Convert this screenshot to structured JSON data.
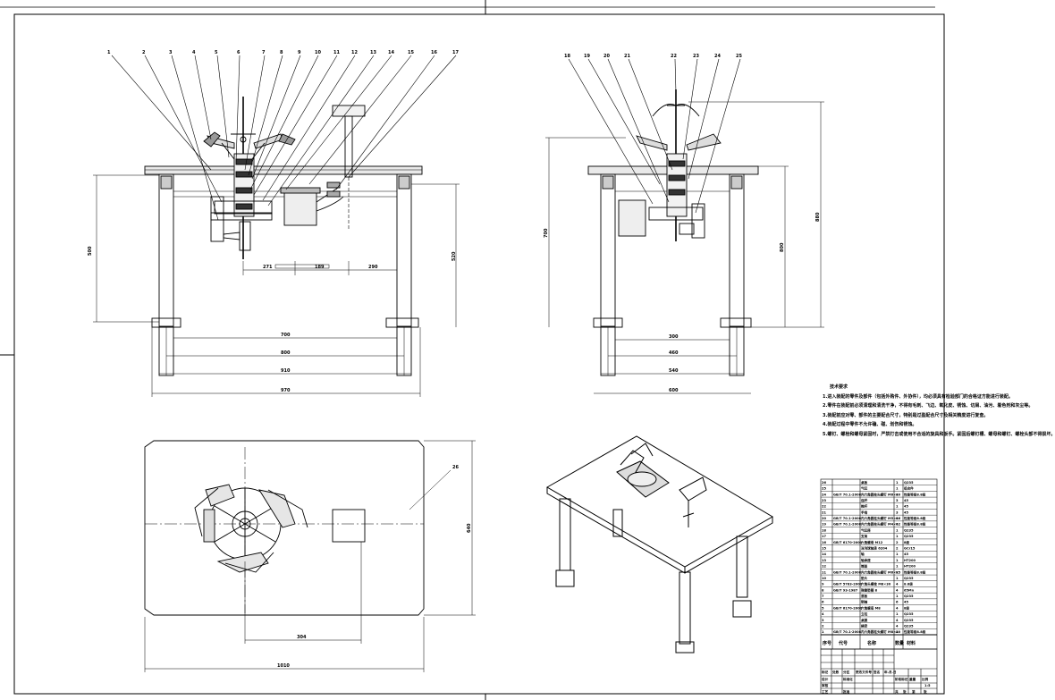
{
  "drawing": {
    "front_view": {
      "balloons": [
        "1",
        "2",
        "3",
        "4",
        "5",
        "6",
        "7",
        "8",
        "9",
        "10",
        "11",
        "12",
        "13",
        "14",
        "15",
        "16",
        "17"
      ],
      "dims": {
        "overall_width": "970",
        "leg_span_1": "910",
        "leg_span_2": "800",
        "inner_span": "700",
        "height_left": "500",
        "height_right": "520",
        "offset_a": "271",
        "offset_b": "189",
        "offset_c": "290"
      }
    },
    "side_view": {
      "balloons": [
        "18",
        "19",
        "20",
        "21",
        "22",
        "23",
        "24",
        "25"
      ],
      "dims": {
        "width_outer": "600",
        "width_mid": "540",
        "width_inner": "460",
        "width_base": "300",
        "height_overall": "880",
        "height_mid": "800",
        "height_left": "700"
      }
    },
    "top_view": {
      "balloons": [
        "26"
      ],
      "dims": {
        "overall_width": "1010",
        "offset": "304",
        "overall_depth": "640"
      }
    },
    "notes": {
      "title": "技术要求",
      "lines": [
        "1.进入装配的零件及部件（包括外购件、外协件），均必须具有检验部门的合格证方能进行装配。",
        "2.零件在装配前必须清理和清洗干净，不得有毛刺、飞边、氧化皮、锈蚀、切屑、油污、着色剂和灰尘等。",
        "3.装配前应对零、部件的主要配合尺寸，特别是过盈配合尺寸及相关精度进行复查。",
        "4.装配过程中零件不允许磕、碰、划伤和锈蚀。",
        "5.螺钉、螺栓和螺母紧固时，严禁打击或使用不合适的旋具和扳手。紧固后螺钉槽、螺母和螺钉、螺栓头部不得损坏。"
      ]
    },
    "bom": {
      "headers": [
        "序号",
        "代号",
        "名称",
        "数量",
        "材料"
      ],
      "rows": [
        {
          "no": "26",
          "code": "",
          "name": "桌板",
          "qty": "1",
          "mat": "Q235"
        },
        {
          "no": "25",
          "code": "",
          "name": "气缸",
          "qty": "1",
          "mat": "组合件"
        },
        {
          "no": "24",
          "code": "GB/T 70.1-2008",
          "name": "内六角圆柱头螺钉 M6×20",
          "qty": "4",
          "mat": "性能等级8.8级"
        },
        {
          "no": "23",
          "code": "",
          "name": "连杆",
          "qty": "3",
          "mat": "45"
        },
        {
          "no": "22",
          "code": "",
          "name": "推杆",
          "qty": "1",
          "mat": "45"
        },
        {
          "no": "21",
          "code": "",
          "name": "手指",
          "qty": "3",
          "mat": "45"
        },
        {
          "no": "20",
          "code": "GB/T 70.1-2008",
          "name": "内六角圆柱头螺钉 M5×16",
          "qty": "6",
          "mat": "性能等级8.8级"
        },
        {
          "no": "19",
          "code": "GB/T 70.1-2008",
          "name": "内六角圆柱头螺钉 M4×12",
          "qty": "6",
          "mat": "性能等级8.8级"
        },
        {
          "no": "18",
          "code": "",
          "name": "气缸座",
          "qty": "1",
          "mat": "Q235"
        },
        {
          "no": "17",
          "code": "",
          "name": "支架",
          "qty": "1",
          "mat": "Q235"
        },
        {
          "no": "16",
          "code": "GB/T 6170-2000",
          "name": "六角螺母 M12",
          "qty": "2",
          "mat": "8级"
        },
        {
          "no": "15",
          "code": "",
          "name": "深沟球轴承 6204",
          "qty": "2",
          "mat": "GCr15"
        },
        {
          "no": "14",
          "code": "",
          "name": "轴",
          "qty": "1",
          "mat": "45"
        },
        {
          "no": "13",
          "code": "",
          "name": "轴承座",
          "qty": "1",
          "mat": "HT200"
        },
        {
          "no": "12",
          "code": "",
          "name": "端盖",
          "qty": "1",
          "mat": "HT200"
        },
        {
          "no": "11",
          "code": "GB/T 70.1-2008",
          "name": "内六角圆柱头螺钉 M6×25",
          "qty": "8",
          "mat": "性能等级8.8级"
        },
        {
          "no": "10",
          "code": "",
          "name": "垫片",
          "qty": "1",
          "mat": "Q235"
        },
        {
          "no": "9",
          "code": "GB/T 5783-2000",
          "name": "六角头螺栓 M8×30",
          "qty": "4",
          "mat": "8.8级"
        },
        {
          "no": "8",
          "code": "GB/T 93-1987",
          "name": "弹簧垫圈 8",
          "qty": "4",
          "mat": "65Mn"
        },
        {
          "no": "7",
          "code": "",
          "name": "底板",
          "qty": "1",
          "mat": "Q235"
        },
        {
          "no": "6",
          "code": "",
          "name": "销轴",
          "qty": "6",
          "mat": "45"
        },
        {
          "no": "5",
          "code": "GB/T 6170-2000",
          "name": "六角螺母 M8",
          "qty": "4",
          "mat": "8级"
        },
        {
          "no": "4",
          "code": "",
          "name": "立柱",
          "qty": "1",
          "mat": "Q235"
        },
        {
          "no": "3",
          "code": "",
          "name": "桌腿",
          "qty": "4",
          "mat": "Q235"
        },
        {
          "no": "2",
          "code": "",
          "name": "横梁",
          "qty": "4",
          "mat": "Q235"
        },
        {
          "no": "1",
          "code": "GB/T 70.1-2008",
          "name": "内六角圆柱头螺钉 M8×20",
          "qty": "4",
          "mat": "性能等级8.8级"
        }
      ]
    },
    "title_block": {
      "row1": [
        "标记",
        "处数",
        "分区",
        "更改文件号",
        "签名",
        "年.月.日"
      ],
      "row2": [
        "设计",
        "",
        "标准化",
        "",
        "阶段标记",
        "重量",
        "比例"
      ],
      "scale": "1:5",
      "row3": [
        "审核",
        "",
        "",
        "",
        "共",
        "张",
        "第",
        "张"
      ],
      "row4": [
        "工艺",
        "",
        "批准",
        ""
      ]
    }
  }
}
